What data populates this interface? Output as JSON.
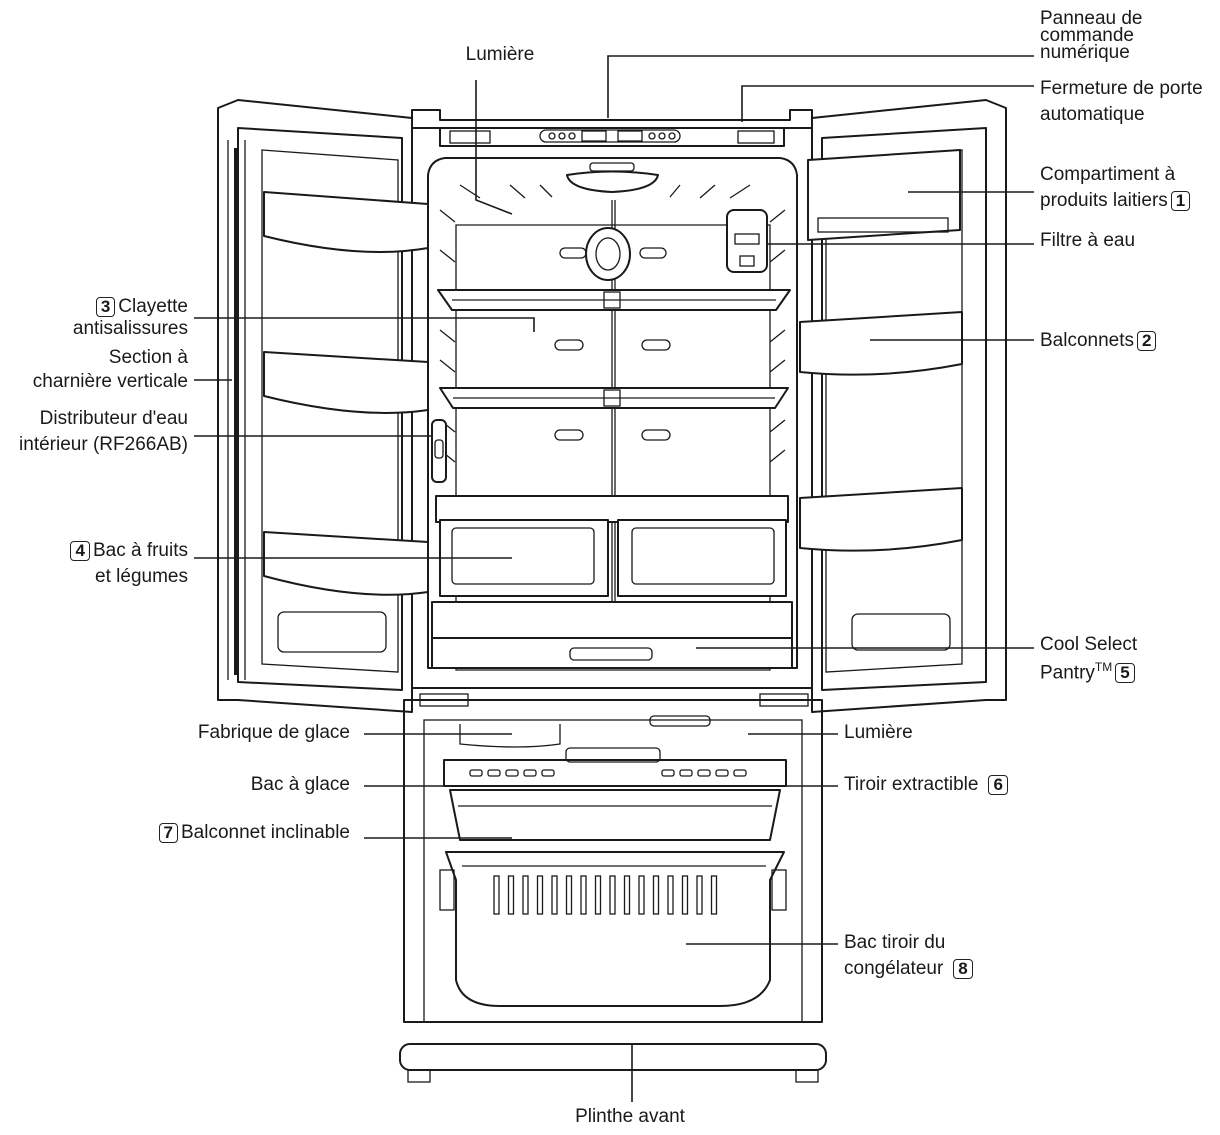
{
  "labels": {
    "panneau": [
      "Panneau de",
      "commande",
      "numérique"
    ],
    "lumiere_top": "Lumière",
    "fermeture": [
      "Fermeture de porte",
      "automatique"
    ],
    "compartiment": [
      "Compartiment à",
      "produits laitiers"
    ],
    "compartiment_num": "1",
    "filtre": "Filtre à eau",
    "balconnets": "Balconnets",
    "balconnets_num": "2",
    "clayette_num": "3",
    "clayette": [
      "Clayette",
      "antisalissures"
    ],
    "section": [
      "Section à",
      "charnière verticale"
    ],
    "distributeur": [
      "Distributeur d'eau",
      "intérieur (RF266AB)"
    ],
    "bac_fruits_num": "4",
    "bac_fruits": [
      "Bac à fruits",
      "et légumes"
    ],
    "cool_select": [
      "Cool Select",
      "Pantry"
    ],
    "cool_tm": "TM",
    "cool_num": "5",
    "fabrique": "Fabrique de glace",
    "lumiere_bottom": "Lumière",
    "bac_glace": "Bac à glace",
    "tiroir": "Tiroir extractible",
    "tiroir_num": "6",
    "balconnet_inclinable_num": "7",
    "balconnet_inclinable": "Balconnet inclinable",
    "bac_tiroir": [
      "Bac tiroir du",
      "congélateur"
    ],
    "bac_tiroir_num": "8",
    "plinthe": "Plinthe avant"
  }
}
